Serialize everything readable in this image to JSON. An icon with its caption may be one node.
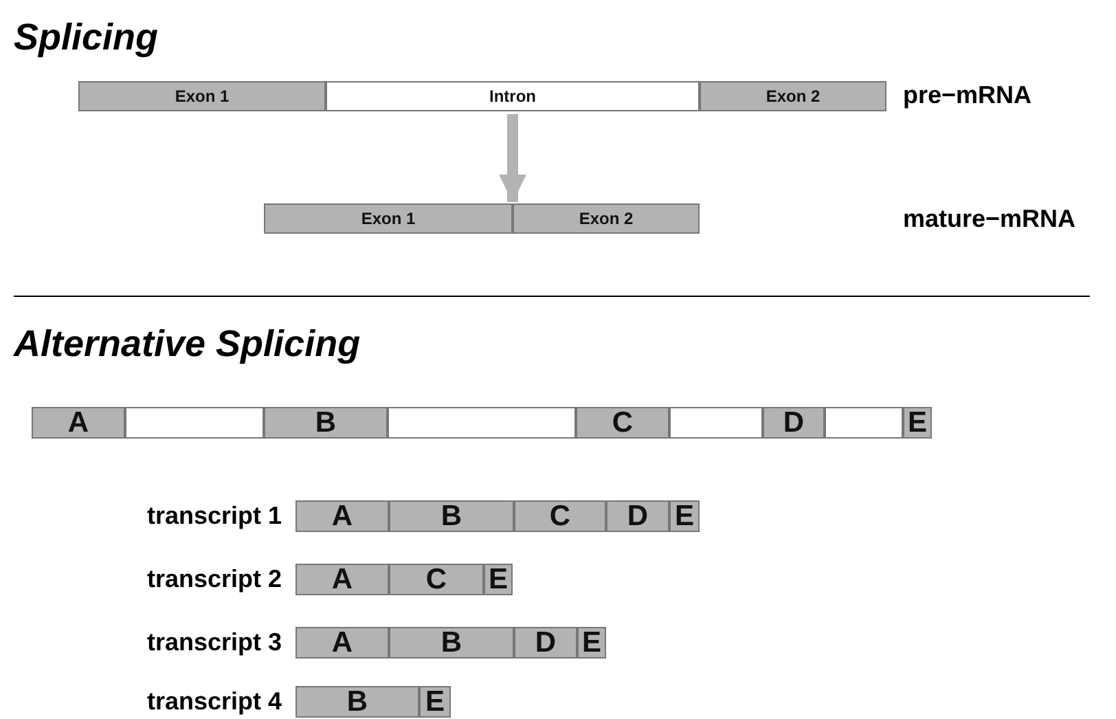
{
  "diagram": {
    "title": "Splicing",
    "nodes": [
      {
        "text": [],
        "shape": "bar"
      },
      {
        "text": [
          "Exon 1"
        ],
        "in": 0
      },
      {
        "text": [
          "Intron"
        ],
        "in": 0
      },
      {
        "text": [
          "Exon 2"
        ],
        "in": 0
      },
      {
        "text": [],
        "shape": "bar"
      },
      {
        "text": [
          "Exon 1"
        ],
        "in": 4
      },
      {
        "text": [
          "Exon 2"
        ],
        "in": 4
      },
      {
        "text": [],
        "shape": "bar"
      },
      {
        "text": [
          "A"
        ],
        "in": 7
      },
      {
        "text": [],
        "shape": "box",
        "in": 7
      },
      {
        "text": [
          "B"
        ],
        "in": 7
      },
      {
        "text": [],
        "shape": "box",
        "in": 7
      },
      {
        "text": [
          "C"
        ],
        "in": 7
      },
      {
        "text": [],
        "shape": "box",
        "in": 7
      },
      {
        "text": [
          "D"
        ],
        "in": 7
      },
      {
        "text": [],
        "shape": "box",
        "in": 7
      },
      {
        "text": [
          "E"
        ],
        "in": 7
      },
      {
        "text": [],
        "shape": "bar",
        "beside": [
          "transcript 1"
        ]
      },
      {
        "text": [
          "A"
        ],
        "in": 17
      },
      {
        "text": [
          "B"
        ],
        "in": 17
      },
      {
        "text": [
          "C"
        ],
        "in": 17
      },
      {
        "text": [
          "D"
        ],
        "in": 17
      },
      {
        "text": [
          "E"
        ],
        "in": 17
      },
      {
        "text": [],
        "shape": "bar",
        "beside": [
          "transcript 2"
        ]
      },
      {
        "text": [
          "A"
        ],
        "in": 23
      },
      {
        "text": [
          "C"
        ],
        "in": 23
      },
      {
        "text": [
          "E"
        ],
        "in": 23
      },
      {
        "text": [],
        "shape": "bar",
        "beside": [
          "transcript 3"
        ]
      },
      {
        "text": [
          "A"
        ],
        "in": 27
      },
      {
        "text": [
          "B"
        ],
        "in": 27
      },
      {
        "text": [
          "D"
        ],
        "in": 27
      },
      {
        "text": [
          "E"
        ],
        "in": 27
      },
      {
        "text": [],
        "shape": "bar",
        "beside": [
          "transcript 4"
        ]
      },
      {
        "text": [
          "B"
        ],
        "in": 32
      },
      {
        "text": [
          "E"
        ],
        "in": 32
      }
    ],
    "edges": [
      {
        "from": 0,
        "to": 4,
        "arrow": "to",
        "color": "#b3b3b3"
      }
    ],
    "labels": [
      "pre−mRNA",
      "mature−mRNA",
      "Alternative Splicing"
    ]
  }
}
